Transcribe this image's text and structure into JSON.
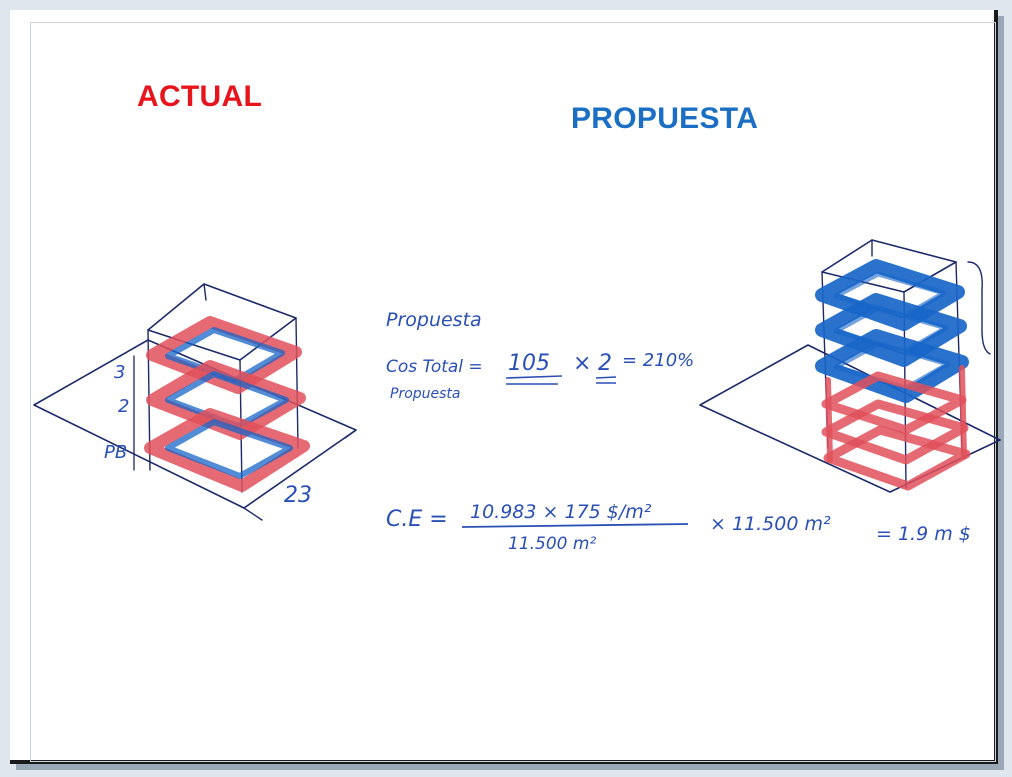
{
  "headings": {
    "actual": "ACTUAL",
    "propuesta": "PROPUESTA"
  },
  "colors": {
    "actual": "#e8141c",
    "propuesta": "#1a6fc4",
    "ink": "#2a4fb5",
    "pencil": "#1c2a6a",
    "red_marker": "#e0505a",
    "blue_marker": "#1866c8"
  },
  "sketch_actual": {
    "floor_labels": [
      "3",
      "2",
      "PB"
    ],
    "corner_label": "23"
  },
  "notes": {
    "line1": "Propuesta",
    "line2_prefix": "Cos Total =",
    "line2_a": "105",
    "line2_x": "×",
    "line2_b": "2",
    "line2_result": "= 210%",
    "line3": "Propuesta"
  },
  "formula": {
    "lhs": "C.E =",
    "numerator": "10.983 × 175 $/m²",
    "denominator": "11.500 m²",
    "multiplier": "× 11.500 m²",
    "result": "= 1.9 m $"
  },
  "icons": {
    "actual_building": "isometric-building-sketch-icon",
    "propuesta_building": "isometric-building-sketch-icon"
  }
}
